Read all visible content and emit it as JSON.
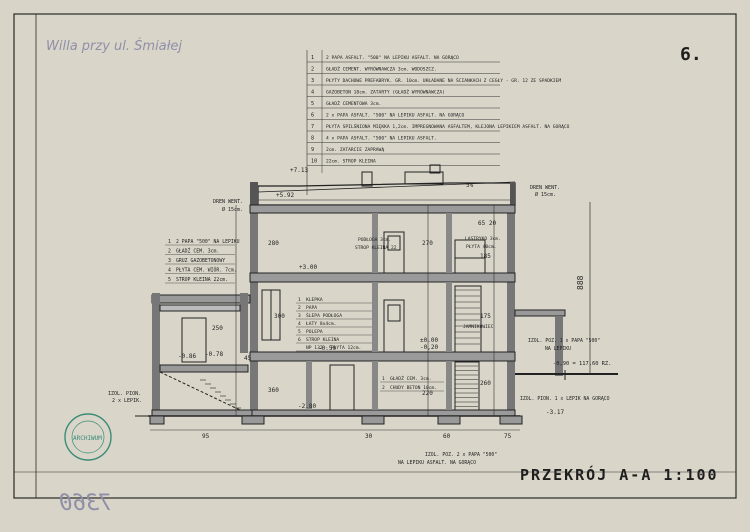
{
  "handwritten_title": "Willa przy ul. Śmiałej",
  "sheet_number": "6.",
  "inventory_number": "7360",
  "section_title": "PRZEKRÓJ A-A 1:100",
  "layer_specs": [
    {
      "num": "1",
      "text": "2 PAPA ASFALT. \"500\" NA LEPIKU ASFALT. NA GORĄCO"
    },
    {
      "num": "2",
      "text": "GŁADŹ CEMENT. WYRÓWNAWCZA 3cm. WODOSZCZ."
    },
    {
      "num": "3",
      "text": "PŁYTY DACHOWE PREFABRYK. GR. 10cm. UKŁADANE NA ŚCIANKACH Z CEGŁY - GR. 12 ZE SPADKIEM"
    },
    {
      "num": "4",
      "text": "GAZOBETON 18cm. ZATARTY (GŁADŹ WYRÓWNAWCZA)"
    },
    {
      "num": "5",
      "text": "GŁADŹ CEMENTOWA 3cm."
    },
    {
      "num": "6",
      "text": "2 x PAPA ASFALT. \"500\" NA LEPIKU ASFALT. NA GORĄCO"
    },
    {
      "num": "7",
      "text": "PŁYTA SPILŚNIONA MIĘKKA 1,2cm. IMPREGNOWANA ASFALTEM, KLEJONA LEPIKIEM ASFALT. NA GORĄCO"
    },
    {
      "num": "8",
      "text": "4 x PAPA ASFALT. \"500\" NA LEPIKU ASFALT."
    },
    {
      "num": "9",
      "text": "2cm. ZATARCIE ZAPRAWĄ"
    },
    {
      "num": "10",
      "text": "22cm. STROP KLEINA"
    }
  ],
  "left_spec": [
    {
      "num": "1",
      "text": "2 PAPA \"500\" NA LEPIKU"
    },
    {
      "num": "2",
      "text": "GŁADŹ CEM. 3cm."
    },
    {
      "num": "3",
      "text": "GRUZ GAZOBETONOWY"
    },
    {
      "num": "4",
      "text": "PŁYTA CEM. WIÓR. 7cm."
    },
    {
      "num": "5",
      "text": "STROP KLEINA 22cm."
    }
  ],
  "floor_spec": [
    {
      "num": "1",
      "text": "KLEPKA"
    },
    {
      "num": "2",
      "text": "PAPA"
    },
    {
      "num": "3",
      "text": "ŚLEPA PODŁOGA"
    },
    {
      "num": "4",
      "text": "ŁATY 8x4cm."
    },
    {
      "num": "5",
      "text": "POLEPA"
    },
    {
      "num": "6",
      "text": "STROP KLEINA"
    },
    {
      "num": "",
      "text": "NP 132 - PŁYTA 12cm."
    }
  ],
  "basement_spec": [
    {
      "num": "1",
      "text": "GŁADŹ CEM. 3cm."
    },
    {
      "num": "2",
      "text": "CHUDY BETON 10cm."
    }
  ],
  "labels": {
    "vent_left": "DREN WENT.",
    "vent_left_size": "Ø 15cm.",
    "vent_right": "DREN WENT.",
    "vent_right_size": "Ø 15cm.",
    "podloga": "PODŁOGA 3cm.",
    "strop_kleina": "STROP KLEINA 22",
    "lastryko": "LASTRYKO 3cm.",
    "plyta": "PŁYTA 40cm.",
    "jamnik": "JAMNIKOWIEC",
    "izol_left": "IZOL. PION.",
    "izol_left2": "2 x LEPIK.",
    "izol_right_a": "IZOL. POZ. 1 x PAPA \"500\"",
    "izol_right_a2": "NA LEPIKU",
    "izol_right_b": "IZOL. PION. 1 x LEPIK NA GORĄCO",
    "izol_bottom": "IZOL. POZ. 2 x PAPA \"500\"",
    "izol_bottom2": "NA LEPIKU ASFALT. NA GORĄCO",
    "ground_level": "-0,90 = 117,60 RZ."
  },
  "dimensions": {
    "top_a": "+7.13",
    "top_b": "+5.92",
    "floor2": "+3.00",
    "zero": "±0.00",
    "zero_b": "-0,20",
    "minus_050": "-0.50",
    "minus_086": "-0.86",
    "minus_078": "-0.78",
    "minus_280": "-2.80",
    "minus_317": "-3.17",
    "h280": "280",
    "h270": "270",
    "h250": "250",
    "h260": "260",
    "h220": "220",
    "h300": "300",
    "h360": "360",
    "h185": "185",
    "h175": "175",
    "h6520": "65 20",
    "h45": "45",
    "h888": "888",
    "w95": "95",
    "w30": "30",
    "w60": "60",
    "w75": "75",
    "slope": "5%"
  },
  "stamp_text": "ARCHIWUM"
}
